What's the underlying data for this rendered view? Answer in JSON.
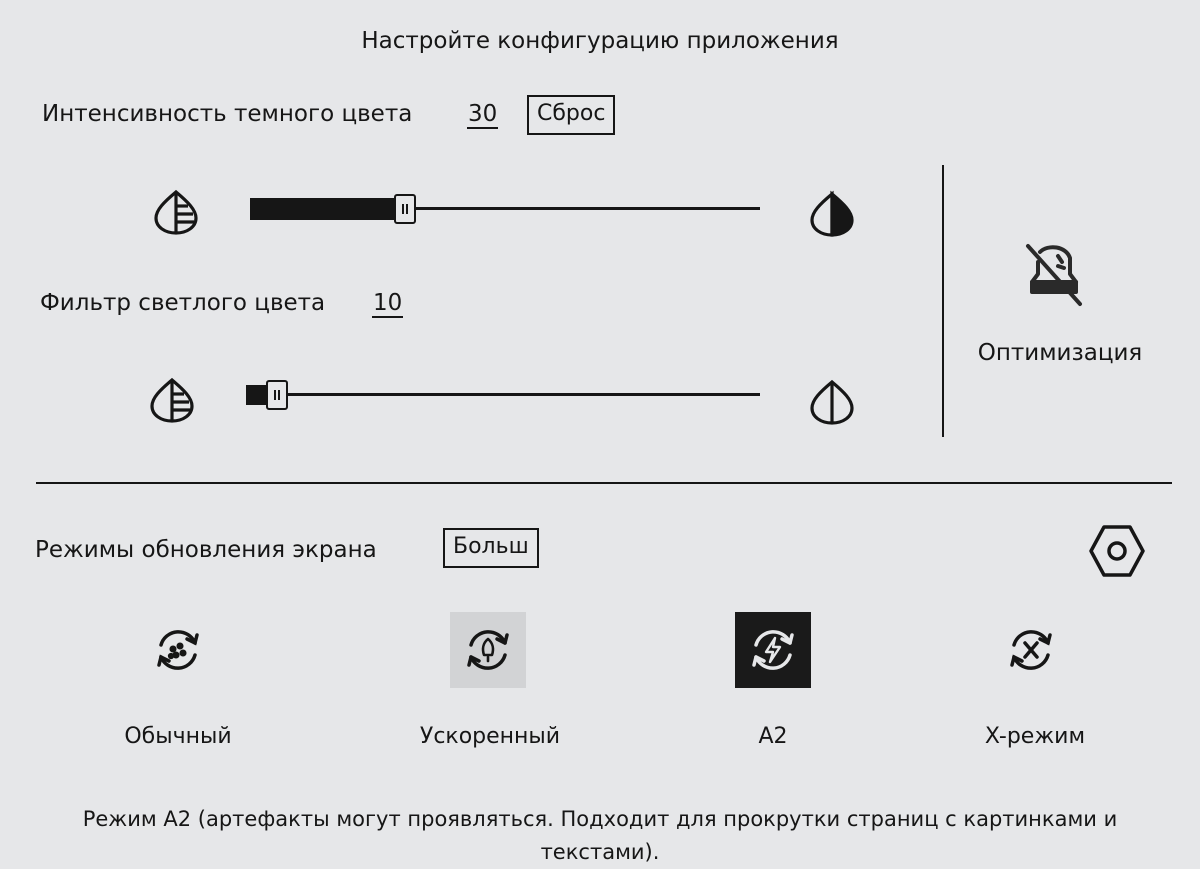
{
  "header": {
    "title": "Настройте конфигурацию приложения"
  },
  "dark_intensity": {
    "label": "Интенсивность темного цвета",
    "value": "30",
    "reset_label": "Сброс",
    "slider_fraction": 0.3,
    "icon_left": "half-filled-drop-lines-icon",
    "icon_right": "half-filled-drop-icon"
  },
  "light_filter": {
    "label": "Фильтр светлого цвета",
    "value": "10",
    "slider_fraction": 0.03,
    "icon_left": "half-filled-drop-lines-icon",
    "icon_right": "outline-drop-icon"
  },
  "optimization": {
    "label": "Оптимизация",
    "icon": "crossed-bell-icon"
  },
  "refresh": {
    "label": "Режимы обновления экрана",
    "more_label": "Больш",
    "settings_icon": "hex-nut-icon",
    "modes": [
      {
        "label": "Обычный",
        "icon": "refresh-dots-icon",
        "state": "normal"
      },
      {
        "label": "Ускоренный",
        "icon": "refresh-rocket-icon",
        "state": "focus"
      },
      {
        "label": "A2",
        "icon": "refresh-bolt-icon",
        "state": "selected"
      },
      {
        "label": "X-режим",
        "icon": "refresh-x-icon",
        "state": "normal"
      }
    ]
  },
  "description": "Режим A2 (артефакты могут проявляться. Подходит для прокрутки страниц с картинками и текстами)."
}
